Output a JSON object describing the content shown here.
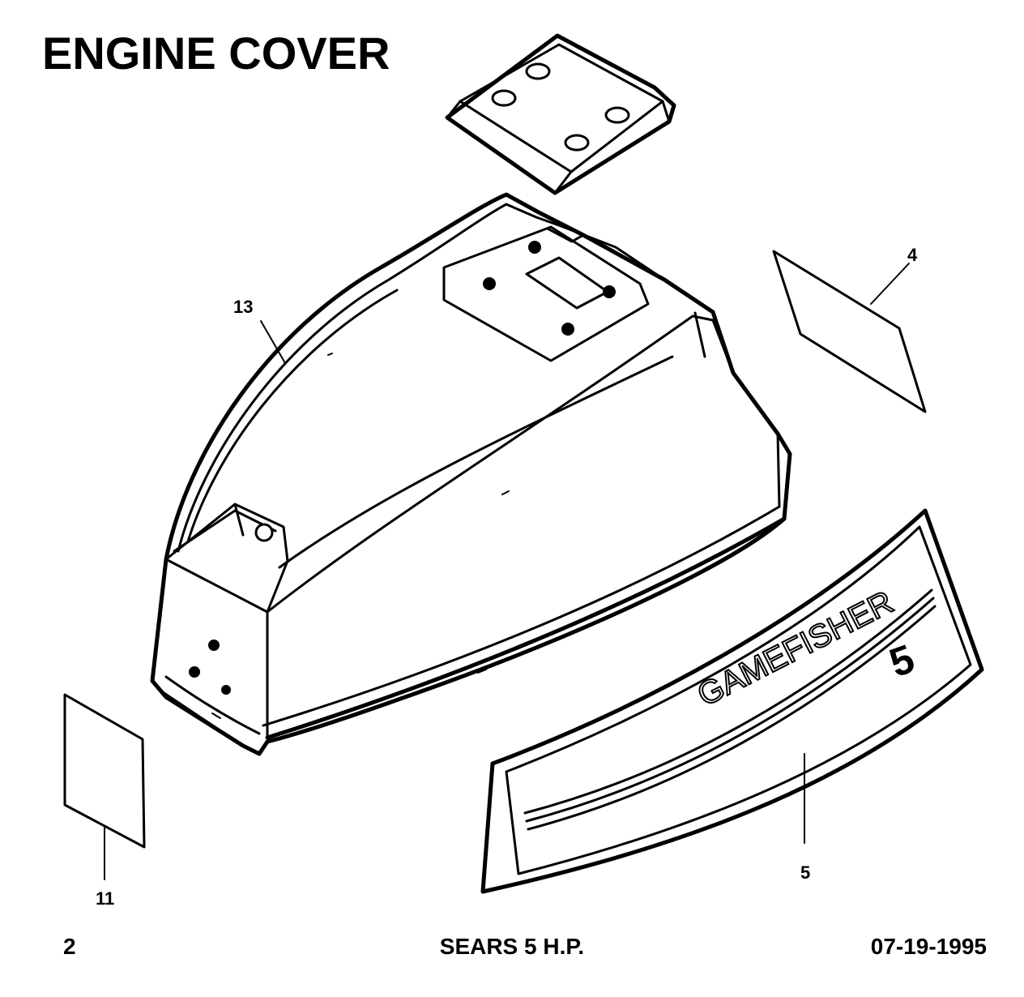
{
  "title": "ENGINE COVER",
  "callouts": {
    "part_13": "13",
    "part_4": "4",
    "part_11": "11",
    "part_5": "5"
  },
  "decal": {
    "brand_text": "GAMEFISHER",
    "model_number": "5"
  },
  "footer": {
    "page_number": "2",
    "model": "SEARS 5 H.P.",
    "date": "07-19-1995"
  }
}
